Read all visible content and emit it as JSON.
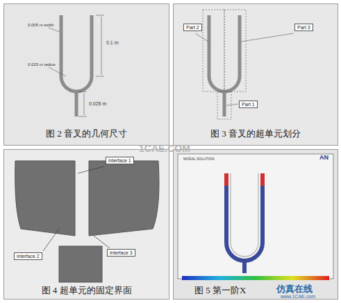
{
  "diagram": {
    "nodes": [
      {
        "text": [
          "图 2 音叉的几何尺寸"
        ]
      },
      {
        "text": [
          "图 3 音叉的超单元划分"
        ]
      },
      {
        "text": [
          "Part 2"
        ],
        "in": 1
      },
      {
        "text": [
          "Part 3"
        ],
        "in": 1
      },
      {
        "text": [
          "Part 1"
        ],
        "in": 1
      },
      {
        "text": [
          "图 4 超单元的固定界面"
        ]
      },
      {
        "text": [
          "interface 1"
        ],
        "in": 5
      },
      {
        "text": [
          "interface 2"
        ],
        "in": 5
      },
      {
        "text": [
          "interface 3"
        ],
        "in": 5
      },
      {
        "text": [
          "图 5 第一阶X"
        ]
      }
    ],
    "edges": [],
    "labels": [
      "0.005 m width",
      "0.1 m",
      "0.025 m radius",
      "0.025 m",
      "AN",
      "MODAL SOLUTION",
      "1CAE.COM",
      "仿真在线",
      "www.1CAE.com"
    ]
  }
}
